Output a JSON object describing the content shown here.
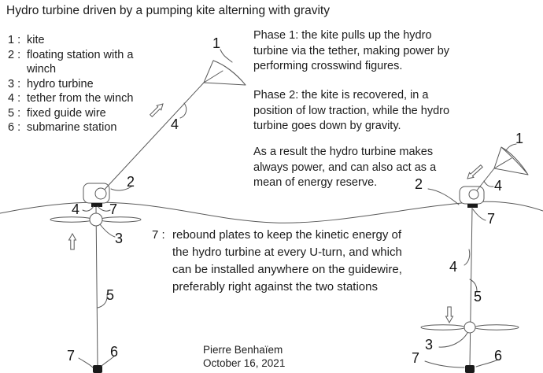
{
  "title": "Hydro turbine driven by a pumping kite alterning with gravity",
  "legend": {
    "items": [
      {
        "num": "1 :",
        "text": "kite"
      },
      {
        "num": "2 :",
        "text": "floating station with a winch"
      },
      {
        "num": "3 :",
        "text": "hydro turbine"
      },
      {
        "num": "4 :",
        "text": "tether from the winch"
      },
      {
        "num": "5 :",
        "text": "fixed guide wire"
      },
      {
        "num": "6 :",
        "text": "submarine station"
      }
    ]
  },
  "paragraphs": {
    "phase1": "Phase 1: the kite pulls up the hydro turbine via the tether, making power by performing crosswind figures.",
    "phase2": "Phase 2: the kite is recovered, in a position of low traction, while the hydro turbine goes down by gravity.",
    "result": "As a result the hydro turbine makes always power, and can also act as a mean of energy reserve."
  },
  "note7": {
    "num": "7 :",
    "text": "rebound plates to keep the kinetic energy of the hydro turbine at every U-turn, and which can be installed anywhere on the guidewire, preferably right against the two stations"
  },
  "signature": {
    "name": "Pierre Benhaïem",
    "date": "October 16, 2021"
  },
  "labels": {
    "n1": "1",
    "n2": "2",
    "n3": "3",
    "n4": "4",
    "n5": "5",
    "n6": "6",
    "n7": "7"
  },
  "colors": {
    "ink": "#1c1c1c",
    "line": "#595959",
    "plate": "#1a1a1a"
  }
}
